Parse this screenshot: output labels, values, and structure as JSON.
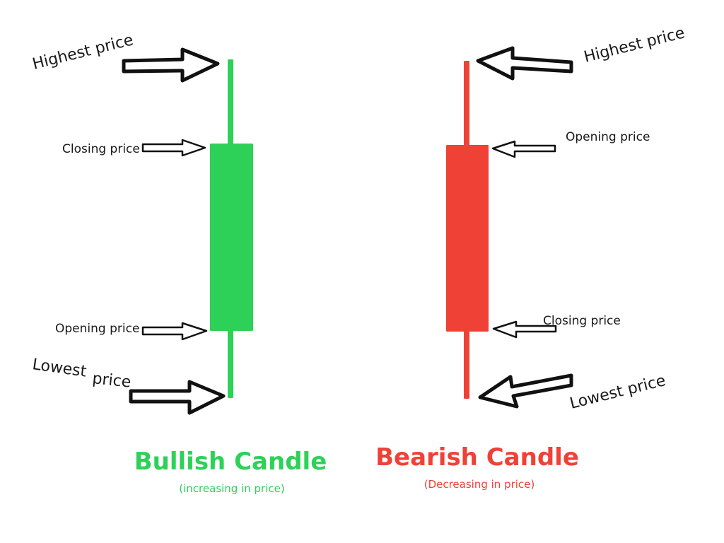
{
  "colors": {
    "bullish": "#2ed158",
    "bearish": "#ef4136",
    "ink": "#111111",
    "background": "#ffffff"
  },
  "bullish": {
    "title": "Bullish Candle",
    "subtitle": "(increasing in price)",
    "labels": {
      "high": "Highest price",
      "body_top": "Closing price",
      "body_bottom": "Opening price",
      "low": "Lowest price"
    }
  },
  "bearish": {
    "title": "Bearish Candle",
    "subtitle": "(Decreasing in price)",
    "labels": {
      "high": "Highest price",
      "body_top": "Opening price",
      "body_bottom": "Closing price",
      "low": "Lowest price"
    }
  }
}
